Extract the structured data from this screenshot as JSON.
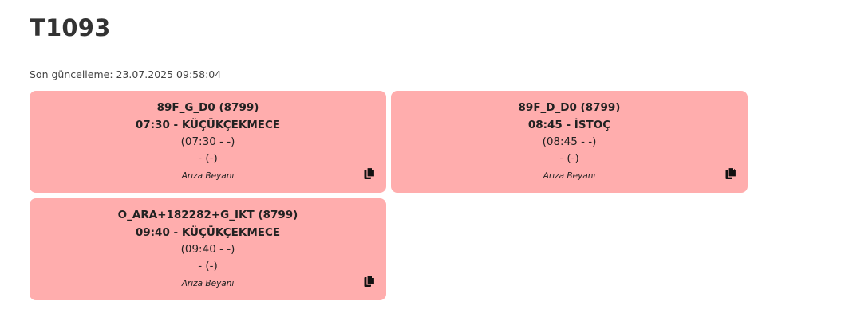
{
  "page": {
    "title": "T1093",
    "last_updated": "Son güncelleme: 23.07.2025 09:58:04"
  },
  "cards": [
    {
      "code": "89F_G_D0 (8799)",
      "departure": "07:30 - KÜÇÜKÇEKMECE",
      "actual": "(07:30 - -)",
      "extra": "- (-)",
      "status": "Arıza Beyanı",
      "copy_icon": "copy-icon"
    },
    {
      "code": "89F_D_D0 (8799)",
      "departure": "08:45 - İSTOÇ",
      "actual": "(08:45 - -)",
      "extra": "- (-)",
      "status": "Arıza Beyanı",
      "copy_icon": "copy-icon"
    },
    {
      "code": "O_ARA+182282+G_IKT (8799)",
      "departure": "09:40 - KÜÇÜKÇEKMECE",
      "actual": "(09:40 - -)",
      "extra": "- (-)",
      "status": "Arıza Beyanı",
      "copy_icon": "copy-icon"
    }
  ],
  "colors": {
    "card_background": "#ffadad",
    "text": "#222222"
  }
}
